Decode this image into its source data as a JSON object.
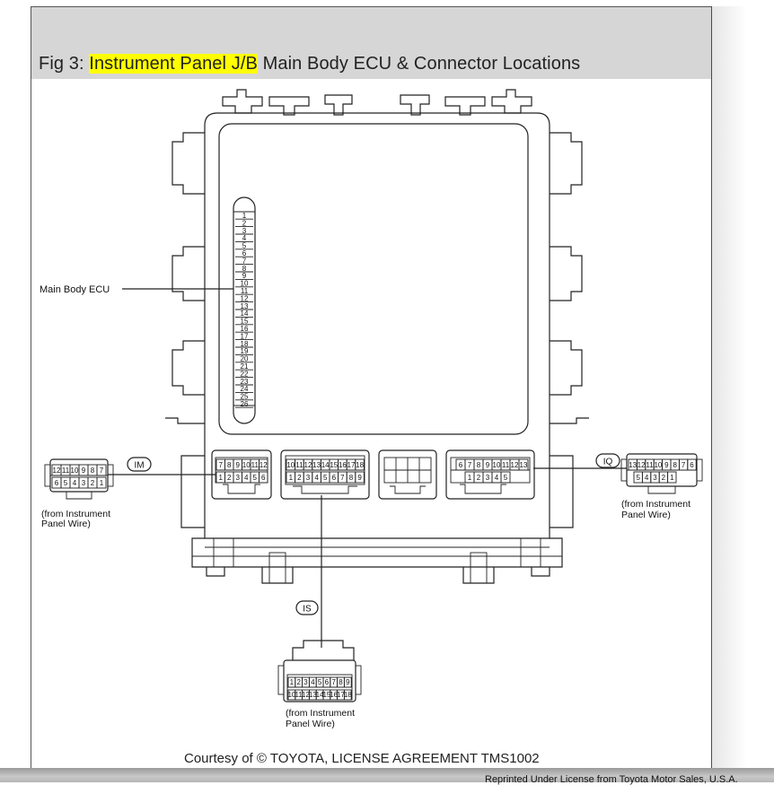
{
  "title": {
    "prefix": "Fig 3: ",
    "highlight": "Instrument Panel J/B",
    "suffix": " Main Body ECU & Connector Locations"
  },
  "diagram": {
    "ecu_label": "Main Body ECU",
    "ecu_pins": [
      "1",
      "2",
      "3",
      "4",
      "5",
      "6",
      "7",
      "8",
      "9",
      "10",
      "11",
      "12",
      "13",
      "14",
      "15",
      "16",
      "17",
      "18",
      "19",
      "20",
      "21",
      "22",
      "23",
      "24",
      "25",
      "26"
    ],
    "connectors": {
      "IM": {
        "code": "IM",
        "from_line1": "(from Instrument",
        "from_line2": "Panel Wire)",
        "row1": [
          "12",
          "11",
          "10",
          "9",
          "8",
          "7"
        ],
        "row2": [
          "6",
          "5",
          "4",
          "3",
          "2",
          "1"
        ],
        "onbox_row1": [
          "7",
          "8",
          "9",
          "10",
          "11",
          "12"
        ],
        "onbox_row2": [
          "1",
          "2",
          "3",
          "4",
          "5",
          "6"
        ]
      },
      "IS": {
        "code": "IS",
        "from_line1": "(from Instrument",
        "from_line2": "Panel Wire)",
        "row1": [
          "1",
          "2",
          "3",
          "4",
          "5",
          "6",
          "7",
          "8",
          "9"
        ],
        "row2": [
          "10",
          "11",
          "12",
          "13",
          "14",
          "15",
          "16",
          "17",
          "18"
        ],
        "onbox_row1": [
          "10",
          "11",
          "12",
          "13",
          "14",
          "15",
          "16",
          "17",
          "18"
        ],
        "onbox_row2": [
          "1",
          "2",
          "3",
          "4",
          "5",
          "6",
          "7",
          "8",
          "9"
        ]
      },
      "IQ": {
        "code": "IQ",
        "from_line1": "(from Instrument",
        "from_line2": "Panel Wire)",
        "row1": [
          "13",
          "12",
          "11",
          "10",
          "9",
          "8",
          "7",
          "6"
        ],
        "row2": [
          "5",
          "4",
          "3",
          "2",
          "1"
        ],
        "onbox_row1": [
          "6",
          "7",
          "8",
          "9",
          "10",
          "11",
          "12",
          "13"
        ],
        "onbox_row2": [
          "1",
          "2",
          "3",
          "4",
          "5"
        ]
      }
    }
  },
  "courtesy": "Courtesy of © TOYOTA, LICENSE AGREEMENT TMS1002",
  "reprint": "Reprinted Under License from Toyota Motor Sales, U.S.A."
}
